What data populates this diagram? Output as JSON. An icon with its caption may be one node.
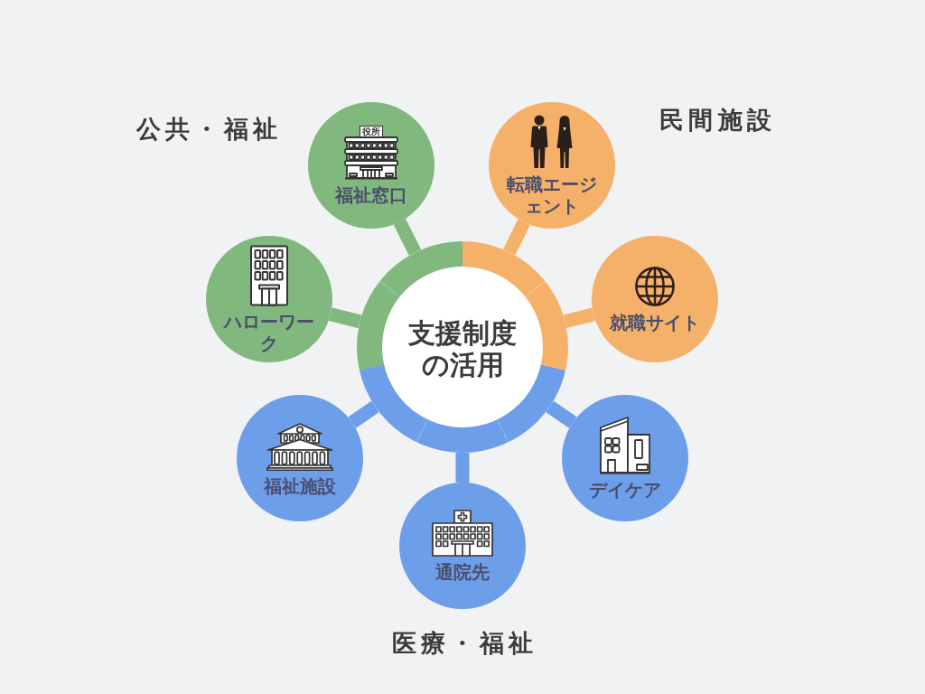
{
  "diagram": {
    "nodes": [
      {
        "text": [
          "支援制度の活用"
        ]
      },
      {
        "text": [
          "福祉窓口"
        ]
      },
      {
        "text": [
          "転職エージェント"
        ]
      },
      {
        "text": [
          "ハローワーク"
        ]
      },
      {
        "text": [
          "就職サイト"
        ]
      },
      {
        "text": [
          "福祉施設"
        ]
      },
      {
        "text": [
          "デイケア"
        ]
      },
      {
        "text": [
          "通院先"
        ]
      }
    ],
    "edges": [
      {
        "from": 0,
        "to": 1,
        "arrow": "none",
        "color": "#80b87e"
      },
      {
        "from": 0,
        "to": 2,
        "arrow": "none",
        "color": "#f5b16a"
      },
      {
        "from": 0,
        "to": 3,
        "arrow": "none",
        "color": "#80b87e"
      },
      {
        "from": 0,
        "to": 4,
        "arrow": "none",
        "color": "#f5b16a"
      },
      {
        "from": 0,
        "to": 5,
        "arrow": "none"
      },
      {
        "from": 0,
        "to": 6,
        "arrow": "none"
      },
      {
        "from": 0,
        "to": 7,
        "arrow": "none"
      }
    ],
    "labels": [
      "公共・福祉",
      "役所",
      "民間施設",
      "医療・福祉"
    ]
  }
}
